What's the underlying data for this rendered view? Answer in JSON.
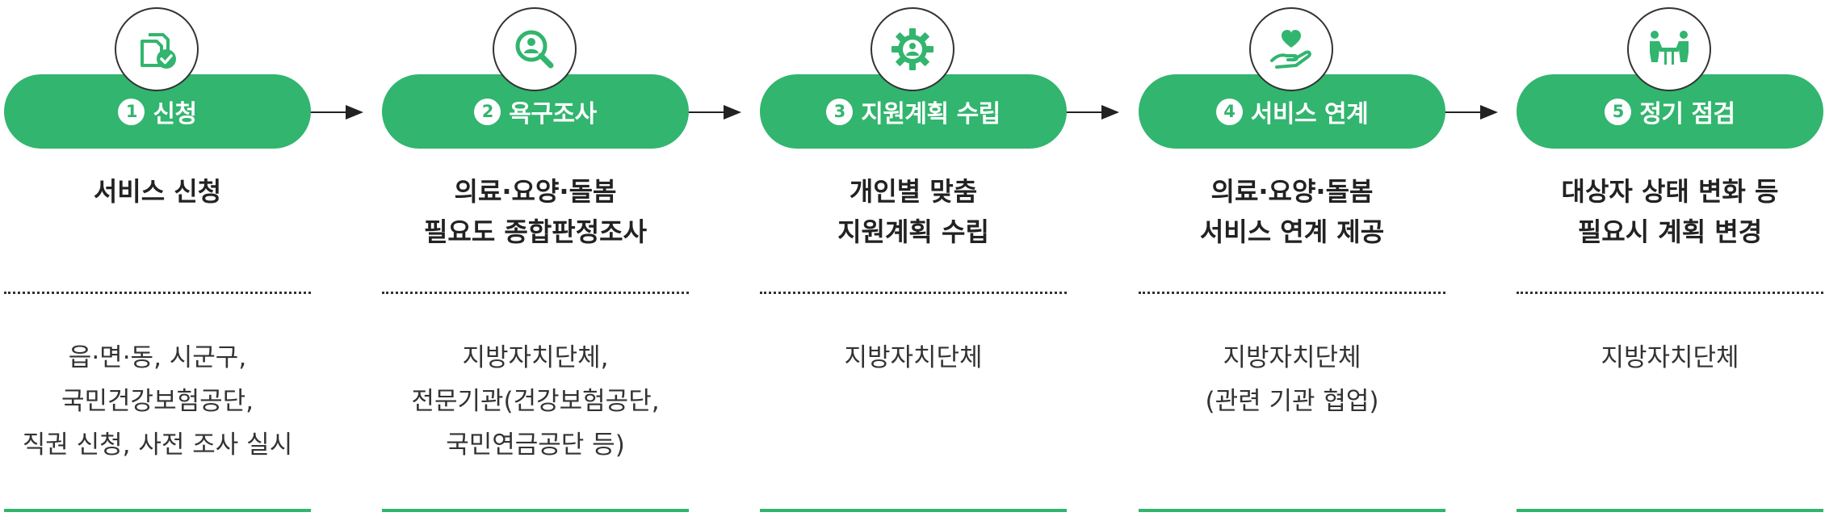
{
  "colors": {
    "accent": "#32b56e",
    "text": "#222222",
    "line": "#333333"
  },
  "steps": [
    {
      "number": "1",
      "title": "신청",
      "icon": "document-check-icon",
      "description": [
        "서비스 신청"
      ],
      "agency": [
        "읍·면·동, 시군구,",
        "국민건강보험공단,",
        "직권 신청, 사전 조사 실시"
      ]
    },
    {
      "number": "2",
      "title": "욕구조사",
      "icon": "person-search-icon",
      "description": [
        "의료·요양·돌봄",
        "필요도 종합판정조사"
      ],
      "agency": [
        "지방자치단체,",
        "전문기관(건강보험공단,",
        "국민연금공단 등)"
      ]
    },
    {
      "number": "3",
      "title": "지원계획 수립",
      "icon": "gear-person-icon",
      "description": [
        "개인별 맞춤",
        "지원계획 수립"
      ],
      "agency": [
        "지방자치단체"
      ]
    },
    {
      "number": "4",
      "title": "서비스 연계",
      "icon": "hand-heart-icon",
      "description": [
        "의료·요양·돌봄",
        "서비스 연계 제공"
      ],
      "agency": [
        "지방자치단체",
        "(관련 기관 협업)"
      ]
    },
    {
      "number": "5",
      "title": "정기 점검",
      "icon": "meeting-table-icon",
      "description": [
        "대상자 상태 변화 등",
        "필요시 계획 변경"
      ],
      "agency": [
        "지방자치단체"
      ]
    }
  ]
}
